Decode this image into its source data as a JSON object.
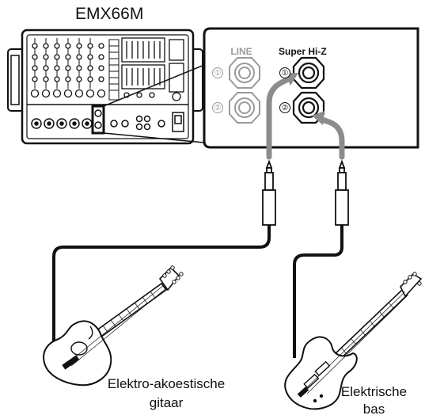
{
  "diagram": {
    "title": "EMX66M",
    "line_label": "LINE",
    "hiz_label": "Super Hi-Z",
    "jack_numbers": [
      "①",
      "②"
    ],
    "instruments": [
      {
        "name": "electro-acoustic-guitar",
        "caption_line1": "Elektro-akoestische",
        "caption_line2": "gitaar"
      },
      {
        "name": "electric-bass",
        "caption_line1": "Elektrische",
        "caption_line2": "bas"
      }
    ],
    "colors": {
      "cable": "#111111",
      "arrow": "#8c8c8c",
      "panel_outline": "#111111",
      "line_jack": "#9a9a9a"
    }
  }
}
